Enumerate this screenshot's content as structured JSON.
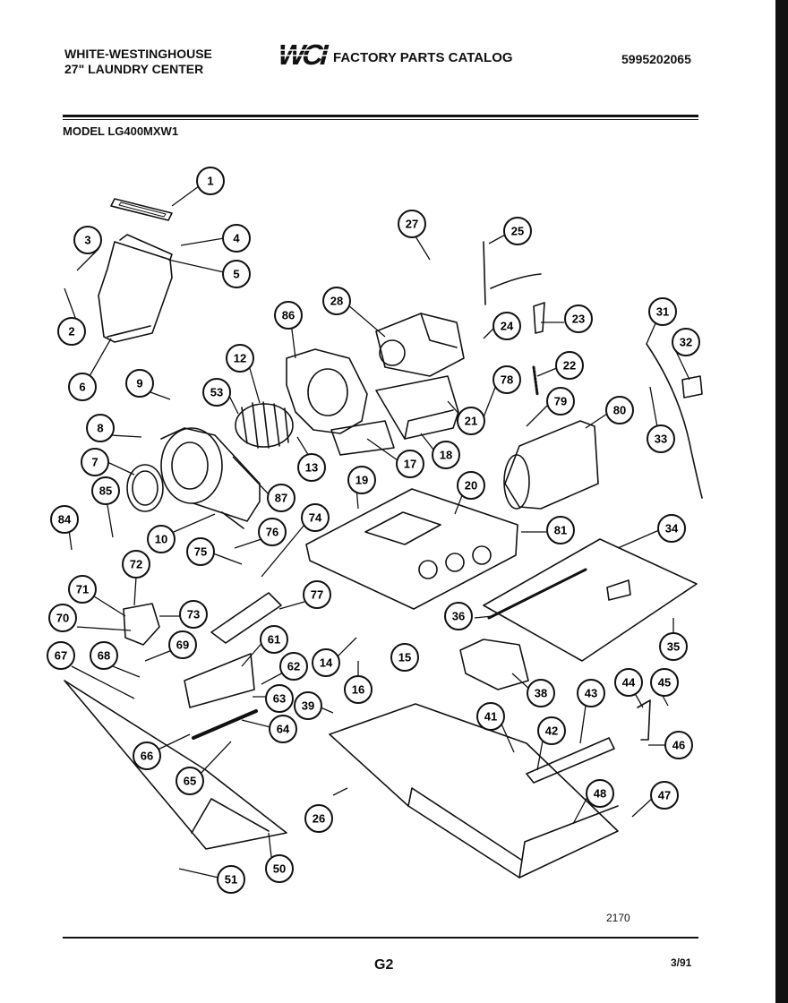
{
  "header": {
    "brand_line1": "WHITE-WESTINGHOUSE",
    "brand_line2": "27\" LAUNDRY CENTER",
    "logo_text": "WCI",
    "catalog_title": "FACTORY PARTS CATALOG",
    "catalog_number": "5995202065",
    "model": "MODEL LG400MXW1"
  },
  "footer": {
    "diagram_code": "2170",
    "page_id": "G2",
    "date_code": "3/91"
  },
  "callouts": [
    "1",
    "2",
    "3",
    "4",
    "5",
    "6",
    "7",
    "8",
    "9",
    "10",
    "12",
    "13",
    "14",
    "15",
    "16",
    "17",
    "18",
    "19",
    "20",
    "21",
    "22",
    "23",
    "24",
    "25",
    "26",
    "27",
    "28",
    "31",
    "32",
    "33",
    "34",
    "35",
    "36",
    "38",
    "39",
    "41",
    "42",
    "43",
    "44",
    "45",
    "46",
    "47",
    "48",
    "50",
    "51",
    "53",
    "61",
    "62",
    "63",
    "64",
    "65",
    "66",
    "67",
    "68",
    "69",
    "70",
    "71",
    "72",
    "73",
    "74",
    "75",
    "76",
    "77",
    "78",
    "79",
    "80",
    "81",
    "84",
    "85",
    "86",
    "87"
  ]
}
